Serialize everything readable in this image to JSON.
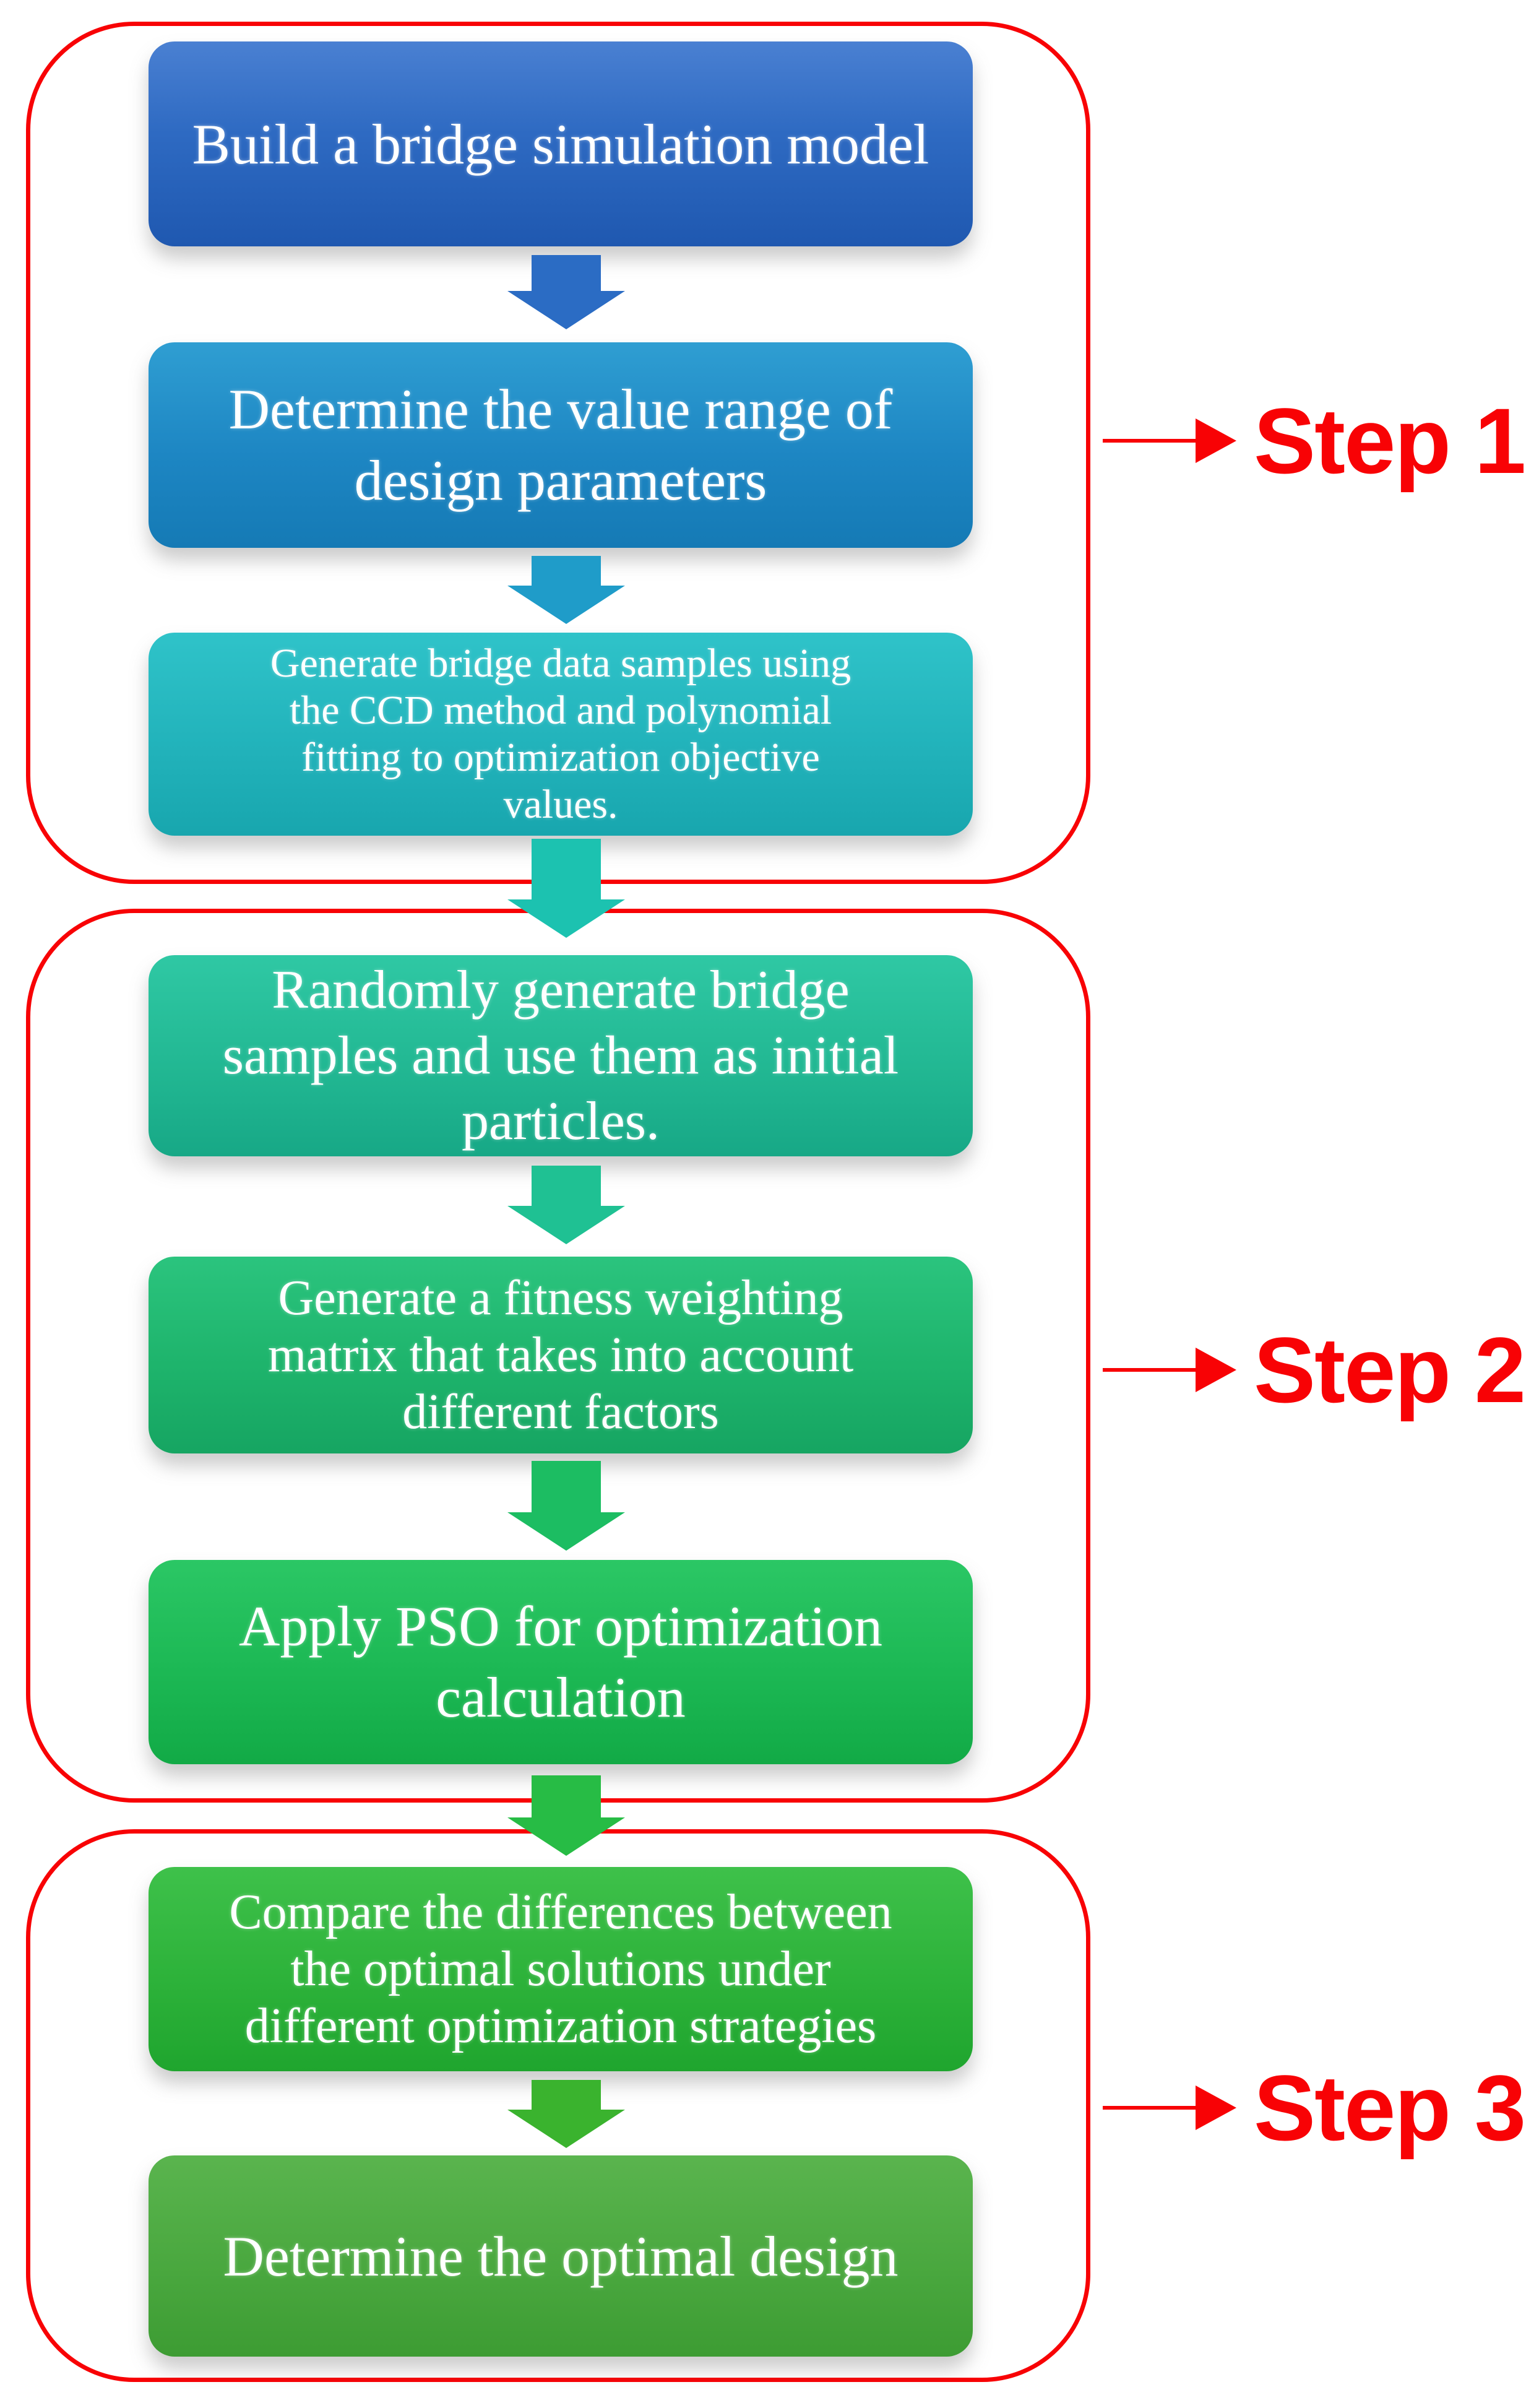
{
  "figure": {
    "type": "flowchart",
    "description": "Three-step bridge design optimization procedure flowchart"
  },
  "boxes": [
    {
      "id": "box1",
      "step": 1,
      "lines": [
        "Build a bridge simulation model"
      ],
      "fill_top": "#4a80d2",
      "fill_bottom": "#1f58b0"
    },
    {
      "id": "box2",
      "step": 1,
      "lines": [
        "Determine the value range of",
        "design parameters"
      ],
      "fill_top": "#2f9ed2",
      "fill_bottom": "#157ab5"
    },
    {
      "id": "box3",
      "step": 1,
      "lines": [
        "Generate bridge data samples using",
        "the CCD method and polynomial",
        "fitting to optimization objective",
        "values."
      ],
      "fill_top": "#2fc3c9",
      "fill_bottom": "#18a6ae"
    },
    {
      "id": "box4",
      "step": 2,
      "lines": [
        "Randomly generate bridge",
        "samples and use them as initial",
        "particles."
      ],
      "fill_top": "#2fc8a4",
      "fill_bottom": "#17a886"
    },
    {
      "id": "box5",
      "step": 2,
      "lines": [
        "Generate a fitness weighting",
        "matrix that takes into account",
        "different factors"
      ],
      "fill_top": "#2bc47e",
      "fill_bottom": "#16a562"
    },
    {
      "id": "box6",
      "step": 2,
      "lines": [
        "Apply PSO for optimization",
        "calculation"
      ],
      "fill_top": "#2bc765",
      "fill_bottom": "#12aa46"
    },
    {
      "id": "box7",
      "step": 3,
      "lines": [
        "Compare the differences between",
        "the optimal solutions under",
        "different optimization strategies"
      ],
      "fill_top": "#3ec14a",
      "fill_bottom": "#1fa52e"
    },
    {
      "id": "box8",
      "step": 3,
      "lines": [
        "Determine the optimal design"
      ],
      "fill_top": "#5ab44e",
      "fill_bottom": "#3d9c33"
    }
  ],
  "step_labels": [
    {
      "label": "Step 1"
    },
    {
      "label": "Step 2"
    },
    {
      "label": "Step 3"
    }
  ],
  "palette": {
    "outline_red": "#f80205",
    "step_text_red": "#f80205",
    "box_text": "#ffffff",
    "arrow_blue": "#2b6cc4",
    "arrow_cerulean": "#1f9cc9",
    "arrow_teal": "#1cc2b0",
    "arrow_seagreen": "#1fc193",
    "arrow_emerald": "#1cbd62",
    "arrow_green": "#27bc45",
    "arrow_leafgreen": "#3ab32e",
    "background": "#ffffff"
  }
}
